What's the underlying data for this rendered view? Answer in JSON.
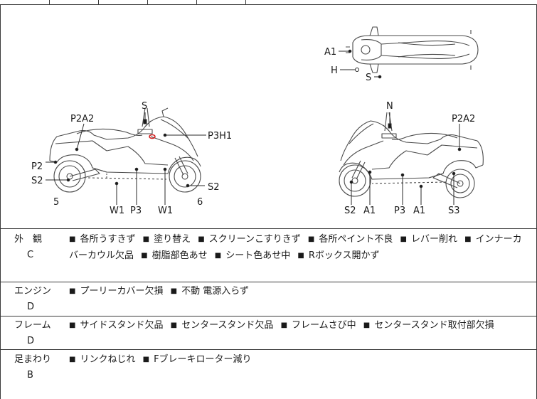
{
  "diagram": {
    "left_bike_labels": [
      "S",
      "P2A2",
      "P3H1",
      "P2",
      "S2",
      "S2",
      "5",
      "W1",
      "P3",
      "W1",
      "6"
    ],
    "right_bike_labels": [
      "N",
      "P2A2",
      "S2",
      "A1",
      "P3",
      "A1",
      "S3"
    ],
    "top_view_labels": [
      "A1",
      "H",
      "S"
    ],
    "colors": {
      "damage_mark": "#d42020",
      "line": "#4a4a4a"
    }
  },
  "rows": [
    {
      "category": "外　観",
      "grade": "C",
      "lines": [
        [
          "各所うすきず",
          "塗り替え",
          "スクリーンこすりきず",
          "各所ペイント不良",
          "レバー削れ",
          "インナーカ"
        ],
        [
          "バーカウル欠品",
          "樹脂部色あせ",
          "シート色あせ中",
          "Rボックス開かず"
        ]
      ]
    },
    {
      "category": "エンジン",
      "grade": "D",
      "lines": [
        [
          "プーリーカバー欠損",
          "不動 電源入らず"
        ]
      ]
    },
    {
      "category": "フレーム",
      "grade": "D",
      "lines": [
        [
          "サイドスタンド欠品",
          "センタースタンド欠品",
          "フレームさび中",
          "センタースタンド取付部欠損"
        ]
      ]
    },
    {
      "category": "足まわり",
      "grade": "B",
      "lines": [
        [
          "リンクねじれ",
          "Fブレーキローター減り"
        ]
      ]
    }
  ]
}
